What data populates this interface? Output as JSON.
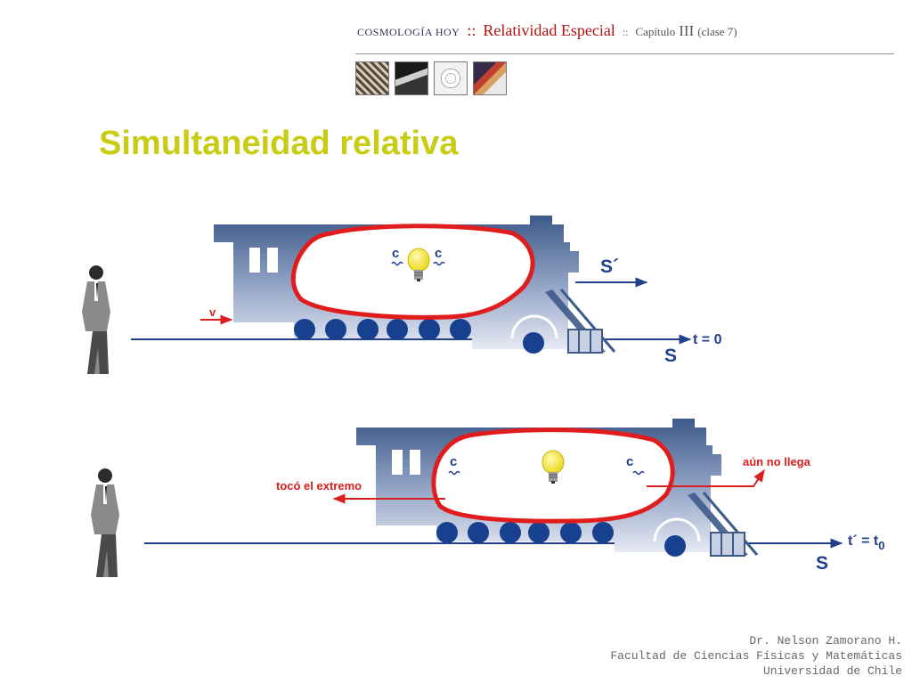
{
  "header": {
    "series": "COSMOLOGÍA HOY",
    "separator": "::",
    "course": "Relatividad Especial",
    "separator2": "::",
    "chapter_label": "Capítulo",
    "chapter_number": "III",
    "class_label": "(clase 7)"
  },
  "slide": {
    "title": "Simultaneidad relativa"
  },
  "diagram": {
    "top": {
      "light_left": "c",
      "light_right": "c",
      "frame_label": "S´",
      "velocity_label": "v",
      "ground_label": "S",
      "time_label": "t = 0"
    },
    "bottom": {
      "light_left": "c",
      "light_right": "c",
      "left_annotation": "tocó el extremo",
      "right_annotation": "aún no llega",
      "ground_label": "S",
      "time_label": "t´ = t",
      "time_subscript": "0"
    }
  },
  "colors": {
    "title": "#c8cc12",
    "train_top": "#3d5a8a",
    "train_bottom": "#e6e9f3",
    "wheels": "#17408e",
    "outline": "#e01c1c",
    "labels": "#22408c",
    "annotation": "#d81e1e",
    "bulb": "#f2e320"
  },
  "footer": {
    "line1": "Dr. Nelson Zamorano H.",
    "line2": "Facultad de Ciencias Físicas y Matemáticas",
    "line3": "Universidad de Chile"
  }
}
